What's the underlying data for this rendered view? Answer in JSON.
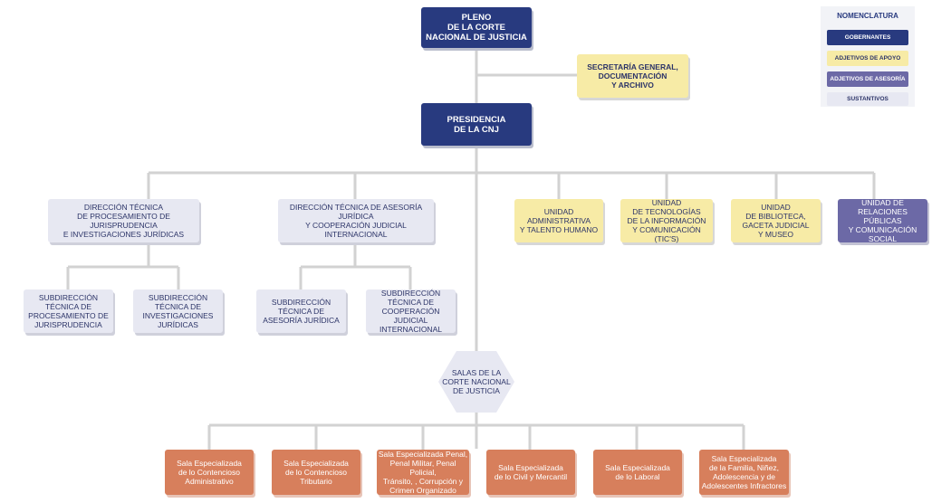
{
  "legend": {
    "title": "NOMENCLATURA",
    "gobernantes": "GOBERNANTES",
    "apoyo": "ADJETIVOS DE APOYO",
    "asesoria": "ADJETIVOS DE ASESORÍA",
    "sustantivos": "SUSTANTIVOS"
  },
  "colors": {
    "gobernantes": "#283a7f",
    "apoyo": "#f7eba6",
    "asesoria": "#6c69a6",
    "sustantivos": "#e7e8f2",
    "salas": "#d77f5c",
    "lines": "#d2d2d2"
  },
  "nodes": {
    "pleno": "PLENO\nDE LA CORTE\nNACIONAL DE JUSTICIA",
    "secretaria": "SECRETARÍA GENERAL,\nDOCUMENTACIÓN\nY ARCHIVO",
    "presidencia": "PRESIDENCIA\nDE LA CNJ",
    "dir_procesamiento": "DIRECCIÓN TÉCNICA\nDE PROCESAMIENTO DE JURISPRUDENCIA\nE INVESTIGACIONES JURÍDICAS",
    "dir_asesoria": "DIRECCIÓN TÉCNICA DE ASESORÍA JURÍDICA\nY COOPERACIÓN JUDICIAL\nINTERNACIONAL",
    "unidad_administrativa": "UNIDAD\nADMINISTRATIVA\nY TALENTO HUMANO",
    "unidad_tecnologias": "UNIDAD\nDE TECNOLOGÍAS\nDE LA INFORMACIÓN\nY COMUNICACIÓN (TIC'S)",
    "unidad_biblioteca": "UNIDAD\nDE BIBLIOTECA,\nGACETA JUDICIAL\nY MUSEO",
    "unidad_relaciones": "UNIDAD DE\nRELACIONES PÚBLICAS\nY COMUNICACIÓN\nSOCIAL",
    "sub_procesamiento": "SUBDIRECCIÓN\nTÉCNICA DE\nPROCESAMIENTO DE\nJURISPRUDENCIA",
    "sub_investigaciones": "SUBDIRECCIÓN\nTÉCNICA DE\nINVESTIGACIONES\nJURÍDICAS",
    "sub_asesoria": "SUBDIRECCIÓN\nTÉCNICA DE\nASESORÍA JURÍDICA",
    "sub_cooperacion": "SUBDIRECCIÓN\nTÉCNICA DE\nCOOPERACIÓN JUDICIAL\nINTERNACIONAL",
    "salas": "SALAS DE LA\nCORTE NACIONAL\nDE JUSTICIA"
  },
  "salas": [
    "Sala Especializada\nde lo Contencioso\nAdministrativo",
    "Sala Especializada\nde lo Contencioso\nTributario",
    "Sala Especializada Penal,\nPenal Militar, Penal Policial,\nTránsito, , Corrupción y\nCrimen Organizado",
    "Sala Especializada\nde lo Civil y Mercantil",
    "Sala Especializada\nde lo Laboral",
    "Sala Especializada\nde la Familia, Niñez,\nAdolescencia y de\nAdolescentes Infractores"
  ]
}
